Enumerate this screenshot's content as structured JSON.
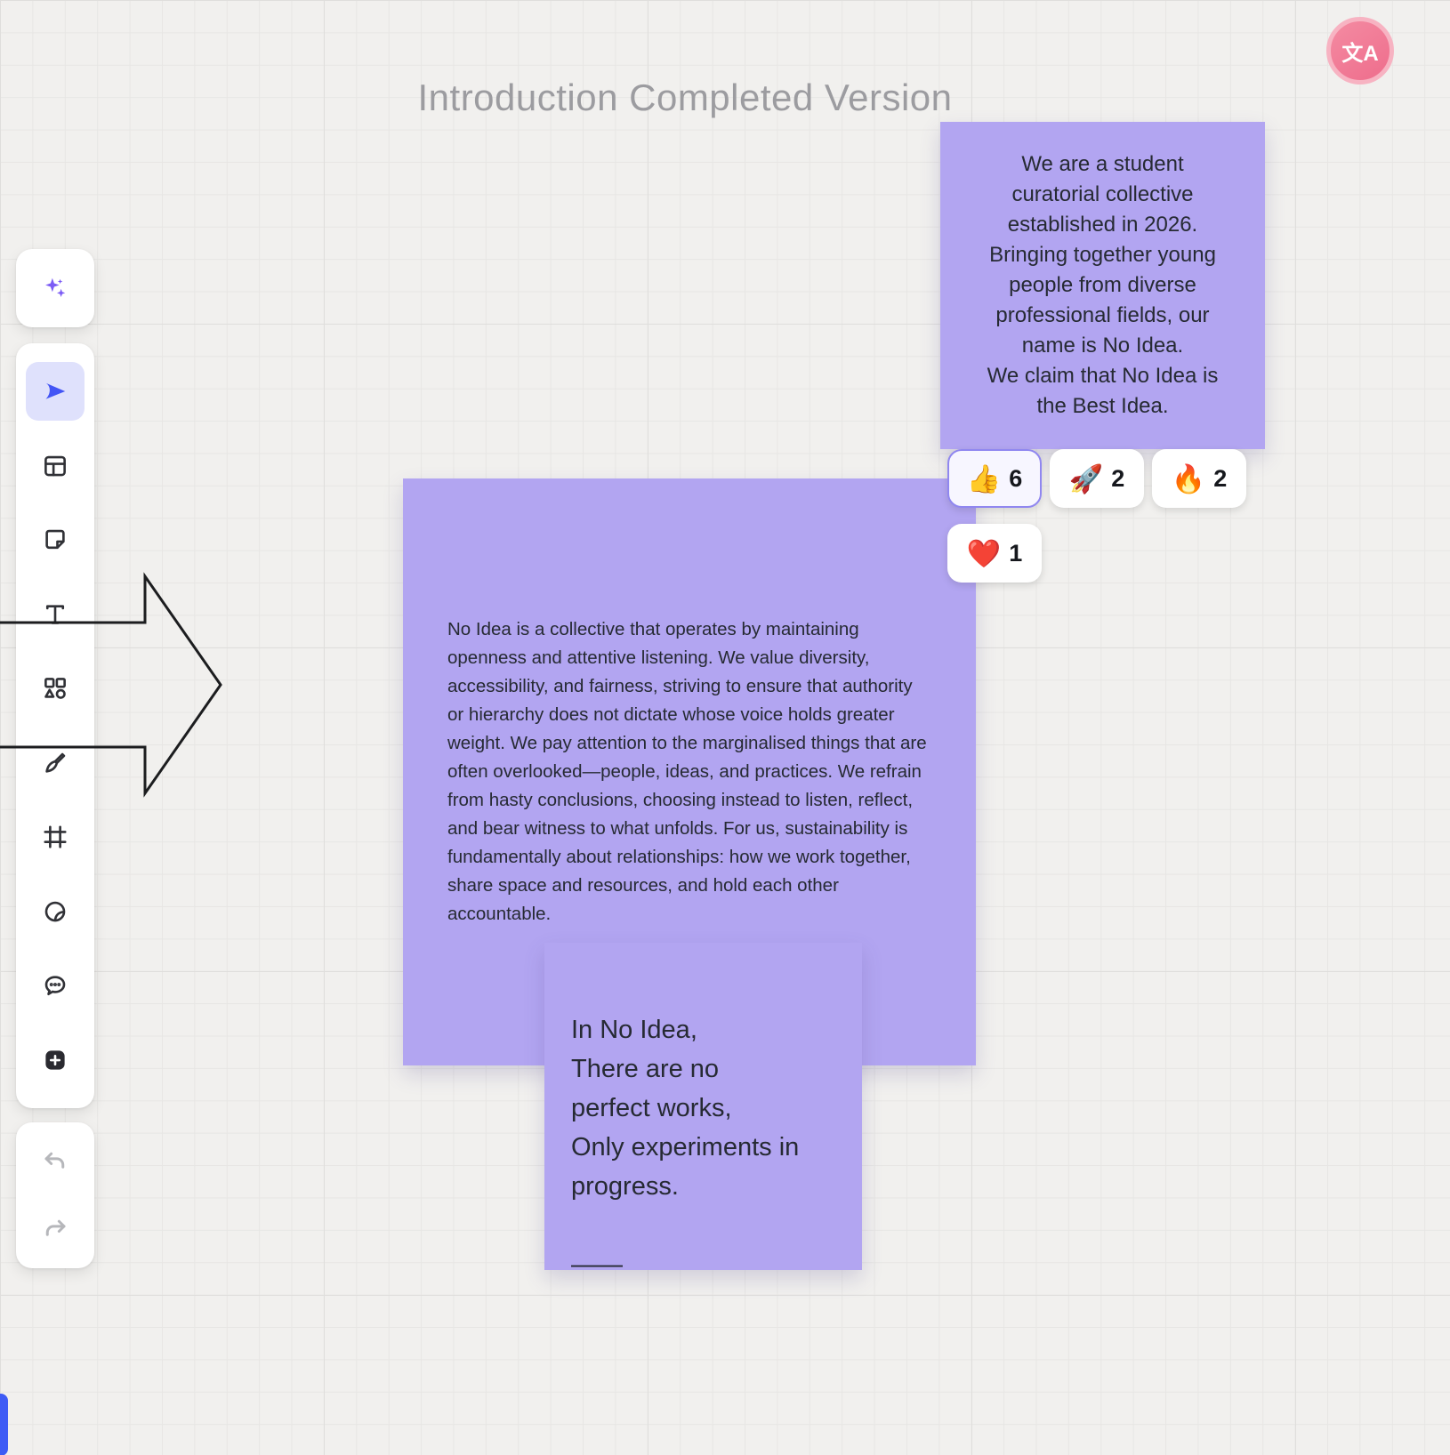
{
  "board": {
    "title": "Introduction Completed Version"
  },
  "toolbar": {
    "tools": [
      {
        "name": "ai-assist",
        "icon": "sparkles-icon"
      },
      {
        "name": "select",
        "icon": "cursor-icon",
        "active": true
      },
      {
        "name": "templates",
        "icon": "layout-icon"
      },
      {
        "name": "sticky-note",
        "icon": "sticky-note-icon"
      },
      {
        "name": "text",
        "icon": "text-icon"
      },
      {
        "name": "shapes",
        "icon": "shapes-icon"
      },
      {
        "name": "draw",
        "icon": "pen-icon"
      },
      {
        "name": "frame",
        "icon": "frame-icon"
      },
      {
        "name": "sticker",
        "icon": "sticker-icon"
      },
      {
        "name": "comment",
        "icon": "comment-icon"
      },
      {
        "name": "add",
        "icon": "plus-icon"
      }
    ],
    "history": [
      {
        "name": "undo",
        "icon": "undo-icon",
        "enabled": false
      },
      {
        "name": "redo",
        "icon": "redo-icon",
        "enabled": false
      }
    ]
  },
  "notes": {
    "intro": {
      "text": "We are a student\ncuratorial collective\nestablished in 2026.\nBringing together young\npeople from diverse\nprofessional fields, our\nname is No Idea.\nWe claim that No Idea is\nthe Best Idea.",
      "color": "#b2a5f1"
    },
    "manifesto": {
      "text": "No Idea is a collective that operates by maintaining openness and attentive listening. We value diversity, accessibility, and fairness, striving to ensure that authority or hierarchy does not dictate whose voice holds greater weight. We pay attention to the marginalised things that are often overlooked—people, ideas, and practices. We refrain from hasty conclusions, choosing instead to listen, reflect, and bear witness to what unfolds. For us, sustainability is fundamentally about relationships: how we work together, share space and resources, and hold each other accountable.",
      "color": "#b2a5f1"
    },
    "poem": {
      "text": "In No Idea,\nThere are no\nperfect works,\nOnly experiments in\n progress.\n\n——",
      "color": "#b2a5f1"
    }
  },
  "reactions": [
    {
      "emoji": "👍",
      "count": "6",
      "selected": true
    },
    {
      "emoji": "🚀",
      "count": "2",
      "selected": false
    },
    {
      "emoji": "🔥",
      "count": "2",
      "selected": false
    },
    {
      "emoji": "❤️",
      "count": "1",
      "selected": false
    }
  ],
  "avatar": {
    "glyph": "文A",
    "color": "#ee6d8c"
  },
  "colors": {
    "note": "#b2a5f1",
    "accent": "#4355f5",
    "arrow_stroke": "#1c1d1f"
  }
}
